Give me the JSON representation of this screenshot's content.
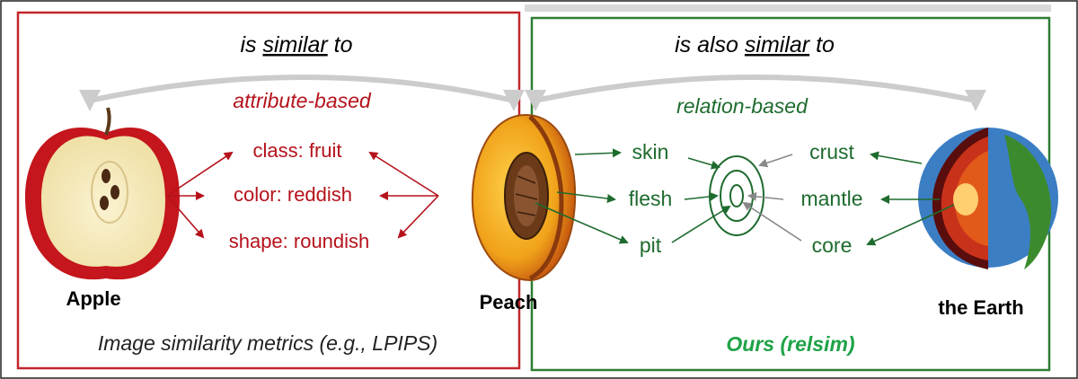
{
  "left_panel": {
    "heading_prefix": "is",
    "heading_key": "similar",
    "heading_suffix": "to",
    "subheading": "attribute-based",
    "attributes": [
      "class: fruit",
      "color: reddish",
      "shape: roundish"
    ],
    "object_label": "Apple",
    "caption": "Image similarity metrics (e.g., LPIPS)"
  },
  "center": {
    "object_label": "Peach"
  },
  "right_panel": {
    "heading_prefix": "is also",
    "heading_key": "similar",
    "heading_suffix": "to",
    "subheading": "relation-based",
    "peach_parts": [
      "skin",
      "flesh",
      "pit"
    ],
    "earth_parts": [
      "crust",
      "mantle",
      "core"
    ],
    "object_label": "the Earth",
    "caption": "Ours (relsim)"
  },
  "colors": {
    "attribute_red": "#b5121b",
    "relation_green": "#1e6b2e",
    "ours_green": "#1fa347",
    "frame_red": "#c1272d",
    "frame_green": "#2e7d32",
    "arc_gray": "#cccccc"
  }
}
